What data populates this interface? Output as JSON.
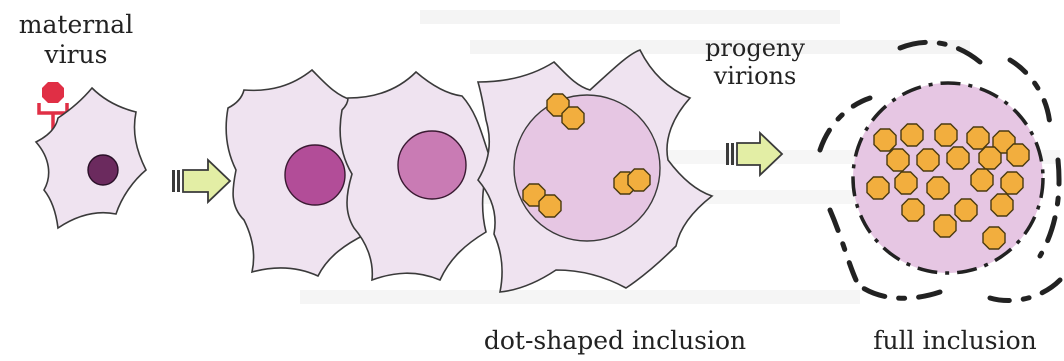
{
  "labels": {
    "maternal_virus_line1": "maternal",
    "maternal_virus_line2": "virus",
    "progeny_line1": "progeny",
    "progeny_line2": "virions",
    "dot_inclusion": "dot-shaped inclusion",
    "full_inclusion": "full inclusion"
  },
  "colors": {
    "cell_fill": "#efe3f0",
    "cell_stroke": "#3a3a3a",
    "nucleus_dark": "#6b2a5e",
    "nucleus_mid": "#b24d98",
    "nucleus_light": "#c97bb4",
    "nucleus_pale": "#e6c6e3",
    "virion_fill": "#f2ae3e",
    "virion_stroke": "#4a3a10",
    "virus_red": "#e02f45",
    "arrow_fill": "#e3eea5",
    "arrow_stroke": "#3a3a3a"
  }
}
